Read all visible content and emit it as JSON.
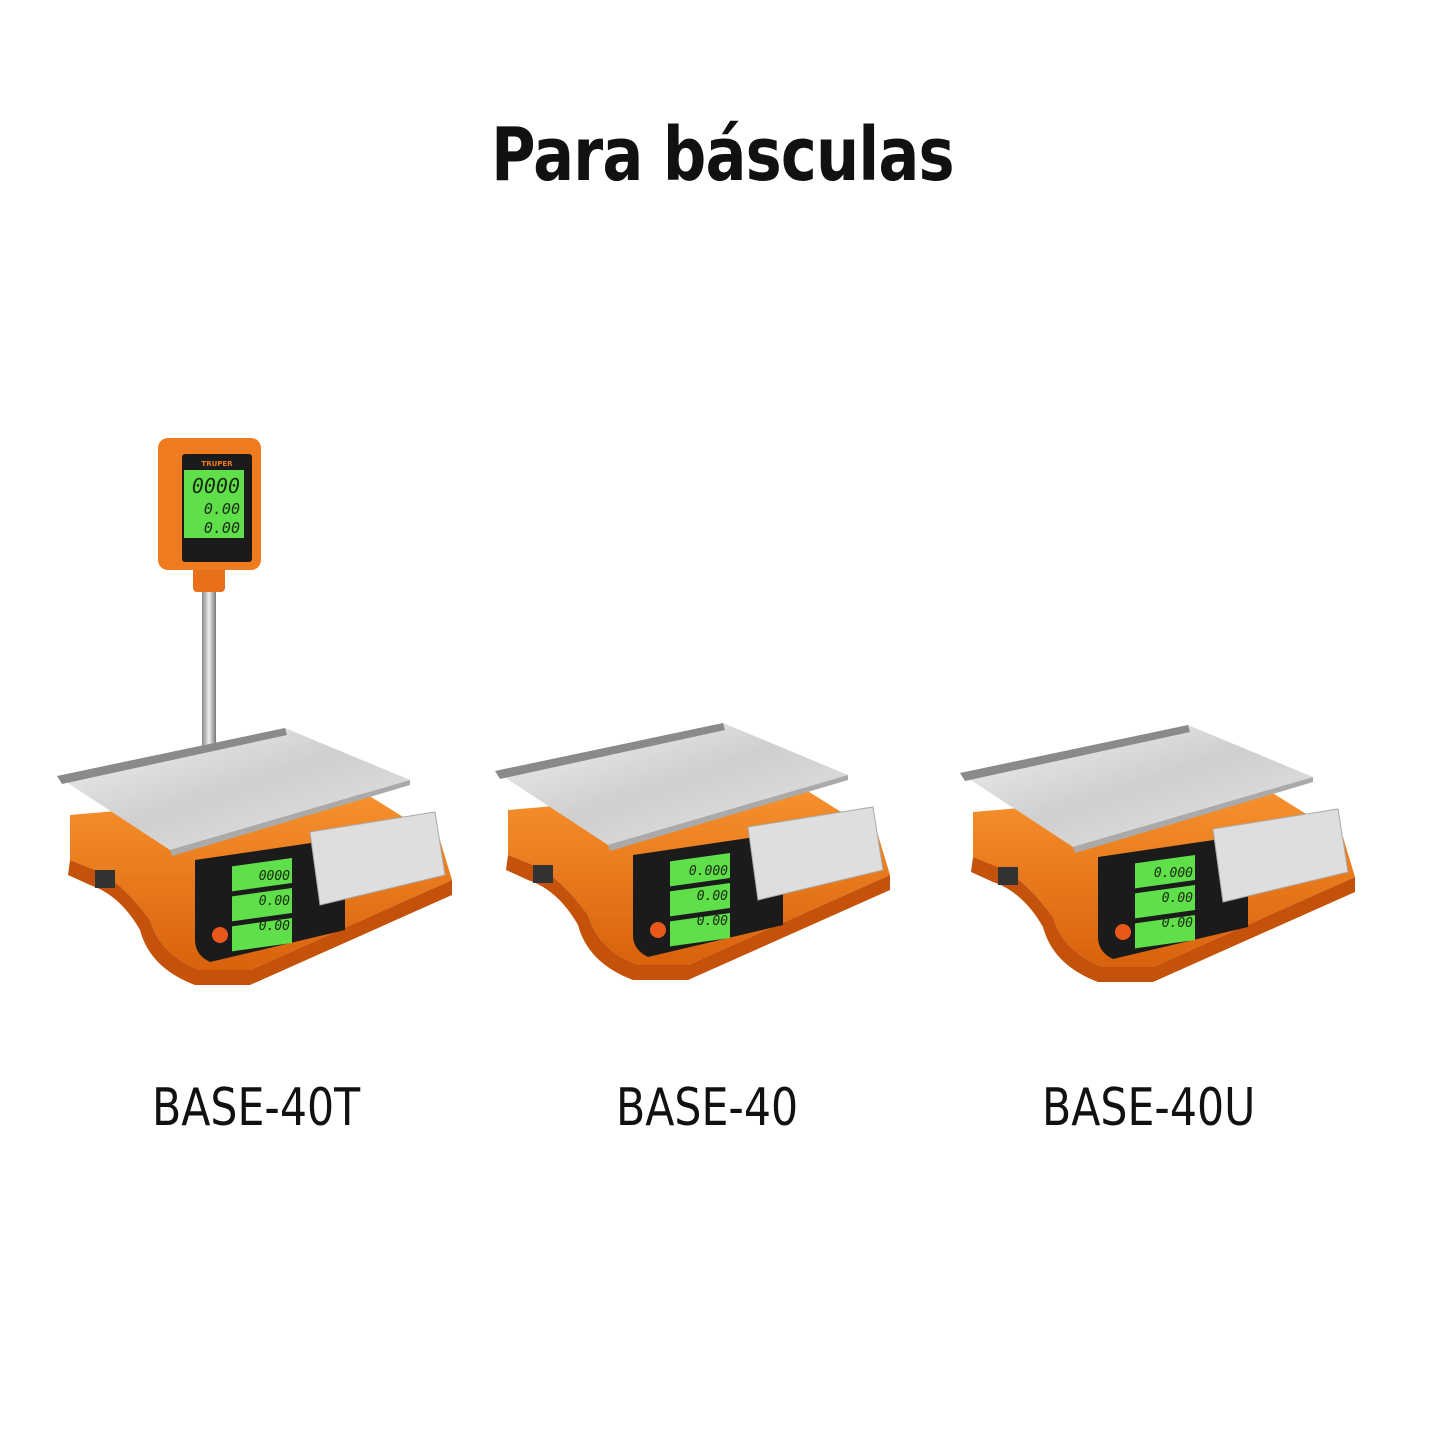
{
  "title": "Para básculas",
  "brand": "TRUPER",
  "colors": {
    "body": "#f07a1e",
    "lcd": "#5fe04a",
    "panel": "#1b1b1b",
    "platter": "#d8d8d8"
  },
  "products": [
    {
      "model": "BASE-40T",
      "type": "tower",
      "display": [
        "0000",
        "0.00",
        "0.00"
      ],
      "tower_display": [
        "0000",
        "0.00",
        "0.00"
      ]
    },
    {
      "model": "BASE-40",
      "type": "flat",
      "display": [
        "0.000",
        "0.00",
        "0.00"
      ]
    },
    {
      "model": "BASE-40U",
      "type": "flat",
      "display": [
        "0.000",
        "0.00",
        "0.00"
      ]
    }
  ]
}
